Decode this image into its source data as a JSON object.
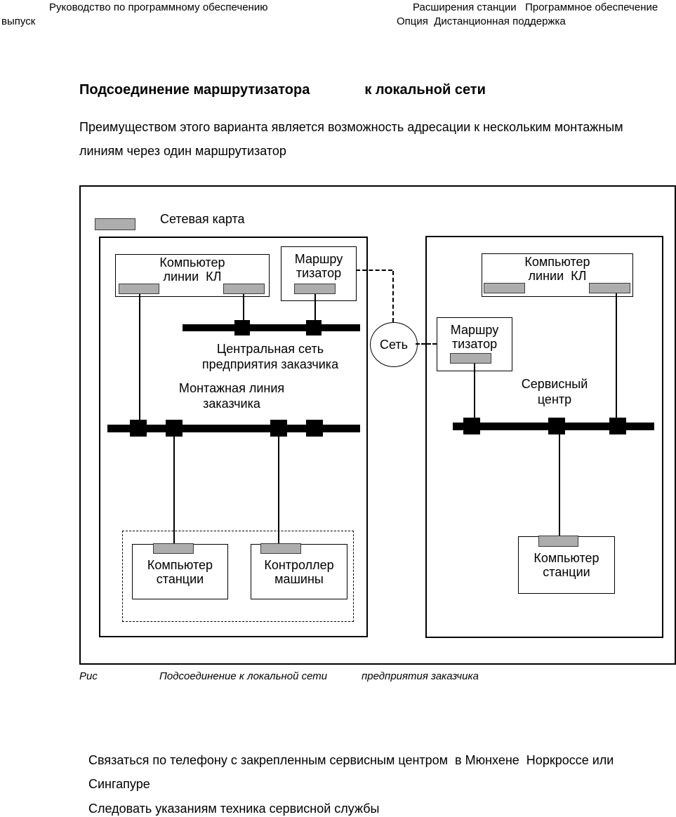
{
  "page_header": {
    "left_line1": "Руководство по программному обеспечению",
    "left_line2": "выпуск",
    "right_line1": "Расширения станции   Программное обеспечение",
    "right_line2": "Опция  Дистанционная поддержка"
  },
  "heading": {
    "part1": "Подсоединение маршрутизатора",
    "part2": "к локальной сети"
  },
  "intro": {
    "line1": "Преимуществом этого варианта является возможность адресации к нескольким монтажным",
    "line2": "линиям через один маршрутизатор"
  },
  "diagram": {
    "colors": {
      "card_fill": "#adadad",
      "line": "#000000"
    },
    "legend": {
      "label": "Сетевая карта"
    },
    "customer_network": {
      "kl_computer": {
        "line1": "Компьютер",
        "line2": "линии  КЛ"
      },
      "router": {
        "line1": "Маршру",
        "line2": "тизатор"
      },
      "central_net_label": {
        "line1": "Центральная сеть",
        "line2": "предприятия заказчика"
      },
      "assembly_line_label": {
        "line1": "Монтажная линия",
        "line2": "заказчика"
      },
      "station_computer": {
        "line1": "Компьютер",
        "line2": "станции"
      },
      "machine_controller": {
        "line1": "Контроллер",
        "line2": "машины"
      }
    },
    "network_cloud": {
      "label": "Сеть"
    },
    "service_center": {
      "kl_computer": {
        "line1": "Компьютер",
        "line2": "линии  КЛ"
      },
      "router": {
        "line1": "Маршру",
        "line2": "тизатор"
      },
      "label": {
        "line1": "Сервисный",
        "line2": "центр"
      },
      "station_computer": {
        "line1": "Компьютер",
        "line2": "станции"
      }
    }
  },
  "caption": {
    "fig_label": "Рис",
    "text1": "Подсоединение к локальной сети",
    "text2": "предприятия заказчика"
  },
  "instructions": {
    "step1_line1": "Связаться по телефону с закрепленным сервисным центром  в Мюнхене  Норкроссе или",
    "step1_line2": "Сингапуре",
    "step2": "Следовать указаниям техника сервисной службы"
  }
}
